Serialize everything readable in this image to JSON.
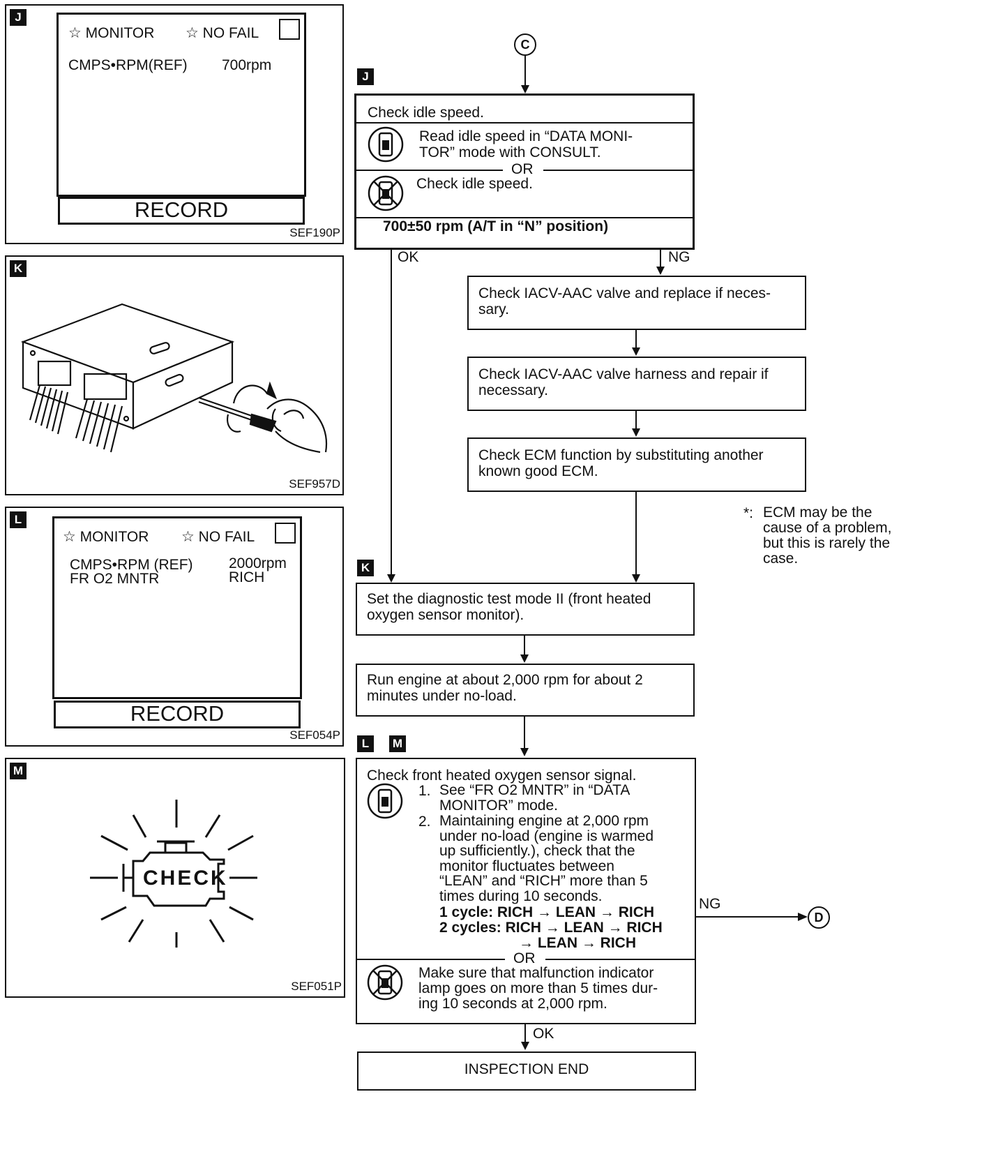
{
  "panel_j": {
    "tag": "J",
    "monitor_label": "☆ MONITOR",
    "nofail_label": "☆ NO FAIL",
    "row1_name": "CMPS•RPM(REF)",
    "row1_value": "700rpm",
    "record_label": "RECORD",
    "ref": "SEF190P"
  },
  "panel_k": {
    "tag": "K",
    "ref": "SEF957D"
  },
  "panel_l": {
    "tag": "L",
    "monitor_label": "☆ MONITOR",
    "nofail_label": "☆ NO FAIL",
    "row1_name": "CMPS•RPM (REF)",
    "row1_value": "2000rpm",
    "row2_name": "FR O2 MNTR",
    "row2_value": "RICH",
    "record_label": "RECORD",
    "ref": "SEF054P"
  },
  "panel_m": {
    "tag": "M",
    "lamp_text": "CHECK",
    "ref": "SEF051P"
  },
  "flow": {
    "top_connector": "C",
    "step_j_tag": "J",
    "idle_title": "Check idle speed.",
    "idle_consult": "Read idle speed in “DATA MONI-\nTOR” mode with CONSULT.",
    "or_1": "OR",
    "idle_no_consult": "Check idle speed.",
    "idle_spec": "700±50 rpm (A/T in “N” position)",
    "ok_1": "OK",
    "ng_1": "NG",
    "iacv_valve": "Check IACV-AAC valve and replace if neces-\nsary.",
    "iacv_harness": "Check IACV-AAC valve harness and repair if\nnecessary.",
    "ecm_check": "Check ECM function by substituting another\nknown good ECM.",
    "footnote_mark": "*:",
    "footnote": "ECM may be the\ncause of a problem,\nbut this is rarely the\ncase.",
    "step_k_tag": "K",
    "diag_mode": "Set the diagnostic test mode II (front heated\noxygen sensor monitor).",
    "run_engine": "Run engine at about 2,000 rpm for about 2\nminutes under no-load.",
    "step_l_tag": "L",
    "step_m_tag": "M",
    "o2_title": "Check front heated oxygen sensor signal.",
    "o2_item1_num": "1.",
    "o2_item1": "See “FR O2 MNTR” in “DATA\nMONITOR” mode.",
    "o2_item2_num": "2.",
    "o2_item2": "Maintaining engine at 2,000 rpm\nunder no-load (engine is warmed\nup sufficiently.), check that the\nmonitor fluctuates between\n“LEAN” and “RICH” more than 5\ntimes during 10 seconds.",
    "cycle1": "1 cycle: RICH → LEAN → RICH",
    "cycle2": "2 cycles: RICH → LEAN → RICH",
    "cycle2b": "→ LEAN → RICH",
    "or_2": "OR",
    "mil_text": "Make sure that malfunction indicator\nlamp goes on more than 5 times dur-\ning 10 seconds at 2,000 rpm.",
    "ng_2": "NG",
    "right_connector": "D",
    "ok_2": "OK",
    "end": "INSPECTION END"
  },
  "icons": [
    "consult-tester-icon",
    "no-consult-icon",
    "ecm-unit-screwdriver-icon",
    "check-engine-lamp-icon"
  ]
}
